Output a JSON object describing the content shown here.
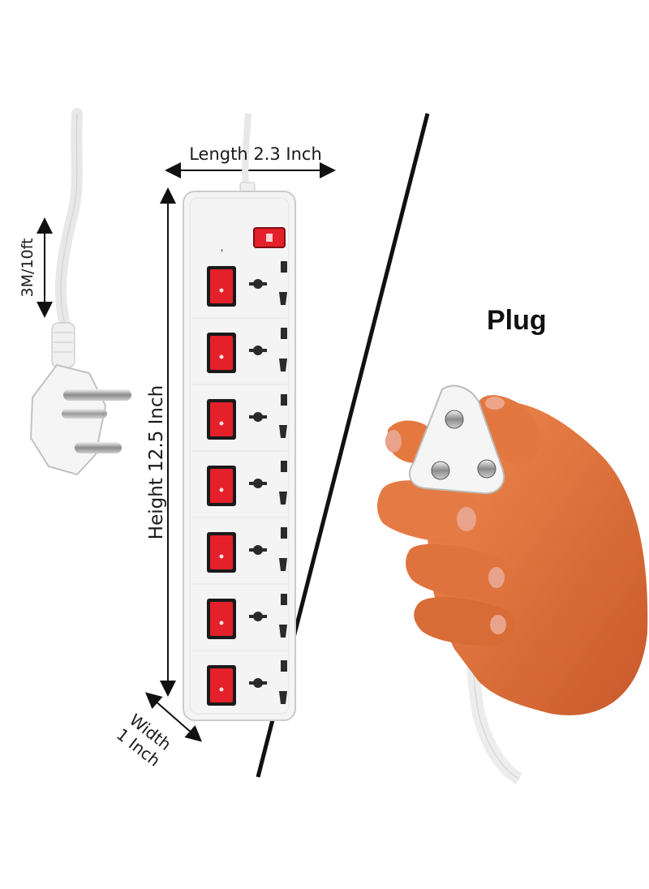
{
  "labels": {
    "length": "Length 2.3 Inch",
    "height": "Height 12.5 Inch",
    "width": "Width\n1 Inch",
    "cable": "3M/10ft",
    "plug": "Plug"
  },
  "product": {
    "switch_count": 7,
    "socket_count": 7
  },
  "colors": {
    "switch_red": "#e4202a",
    "strip_white": "#f4f4f4",
    "skin": "#e0733e",
    "divider": "#111111"
  }
}
